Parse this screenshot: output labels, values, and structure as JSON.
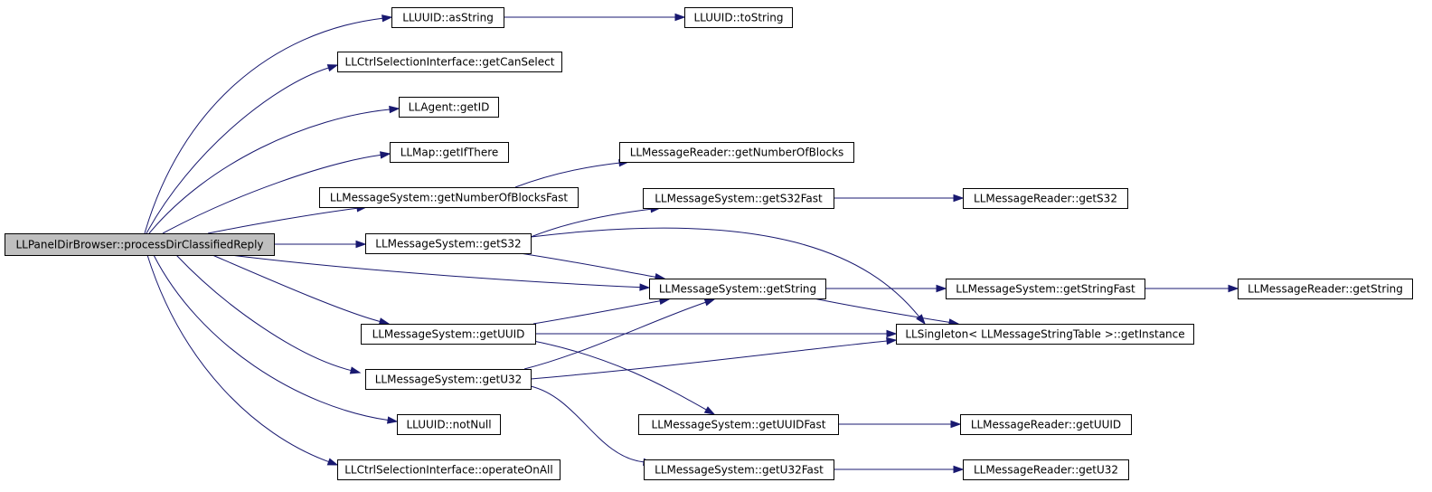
{
  "diagram": {
    "type": "call-graph",
    "colors": {
      "edge": "#191970",
      "root_fill": "#bfbfbf",
      "node_fill": "#ffffff",
      "border": "#000000"
    },
    "nodes": [
      {
        "id": "root",
        "label": "LLPanelDirBrowser::processDirClassifiedReply",
        "root": true
      },
      {
        "id": "asString",
        "label": "LLUUID::asString"
      },
      {
        "id": "toString",
        "label": "LLUUID::toString"
      },
      {
        "id": "getCanSelect",
        "label": "LLCtrlSelectionInterface::getCanSelect"
      },
      {
        "id": "getID",
        "label": "LLAgent::getID"
      },
      {
        "id": "getIfThere",
        "label": "LLMap::getIfThere"
      },
      {
        "id": "readerNumBlocks",
        "label": "LLMessageReader::getNumberOfBlocks"
      },
      {
        "id": "numBlocksFast",
        "label": "LLMessageSystem::getNumberOfBlocksFast"
      },
      {
        "id": "getS32Fast",
        "label": "LLMessageSystem::getS32Fast"
      },
      {
        "id": "readerS32",
        "label": "LLMessageReader::getS32"
      },
      {
        "id": "getS32",
        "label": "LLMessageSystem::getS32"
      },
      {
        "id": "getString",
        "label": "LLMessageSystem::getString"
      },
      {
        "id": "getStringFast",
        "label": "LLMessageSystem::getStringFast"
      },
      {
        "id": "readerString",
        "label": "LLMessageReader::getString"
      },
      {
        "id": "getUUID",
        "label": "LLMessageSystem::getUUID"
      },
      {
        "id": "singleton",
        "label": "LLSingleton< LLMessageStringTable >::getInstance"
      },
      {
        "id": "getU32",
        "label": "LLMessageSystem::getU32"
      },
      {
        "id": "notNull",
        "label": "LLUUID::notNull"
      },
      {
        "id": "getUUIDFast",
        "label": "LLMessageSystem::getUUIDFast"
      },
      {
        "id": "readerUUID",
        "label": "LLMessageReader::getUUID"
      },
      {
        "id": "operateOnAll",
        "label": "LLCtrlSelectionInterface::operateOnAll"
      },
      {
        "id": "getU32Fast",
        "label": "LLMessageSystem::getU32Fast"
      },
      {
        "id": "readerU32",
        "label": "LLMessageReader::getU32"
      }
    ],
    "edges": [
      {
        "from": "root",
        "to": "asString"
      },
      {
        "from": "root",
        "to": "getCanSelect"
      },
      {
        "from": "root",
        "to": "getID"
      },
      {
        "from": "root",
        "to": "getIfThere"
      },
      {
        "from": "root",
        "to": "numBlocksFast"
      },
      {
        "from": "root",
        "to": "getS32"
      },
      {
        "from": "root",
        "to": "getString"
      },
      {
        "from": "root",
        "to": "getUUID"
      },
      {
        "from": "root",
        "to": "getU32"
      },
      {
        "from": "root",
        "to": "notNull"
      },
      {
        "from": "root",
        "to": "operateOnAll"
      },
      {
        "from": "asString",
        "to": "toString"
      },
      {
        "from": "numBlocksFast",
        "to": "readerNumBlocks"
      },
      {
        "from": "getS32",
        "to": "getS32Fast"
      },
      {
        "from": "getS32",
        "to": "getString"
      },
      {
        "from": "getS32",
        "to": "singleton"
      },
      {
        "from": "getS32Fast",
        "to": "readerS32"
      },
      {
        "from": "getString",
        "to": "getStringFast"
      },
      {
        "from": "getString",
        "to": "singleton"
      },
      {
        "from": "getStringFast",
        "to": "readerString"
      },
      {
        "from": "getUUID",
        "to": "getString"
      },
      {
        "from": "getUUID",
        "to": "singleton"
      },
      {
        "from": "getUUID",
        "to": "getUUIDFast"
      },
      {
        "from": "getU32",
        "to": "getString"
      },
      {
        "from": "getU32",
        "to": "singleton"
      },
      {
        "from": "getU32",
        "to": "getU32Fast"
      },
      {
        "from": "getUUIDFast",
        "to": "readerUUID"
      },
      {
        "from": "getU32Fast",
        "to": "readerU32"
      }
    ]
  }
}
